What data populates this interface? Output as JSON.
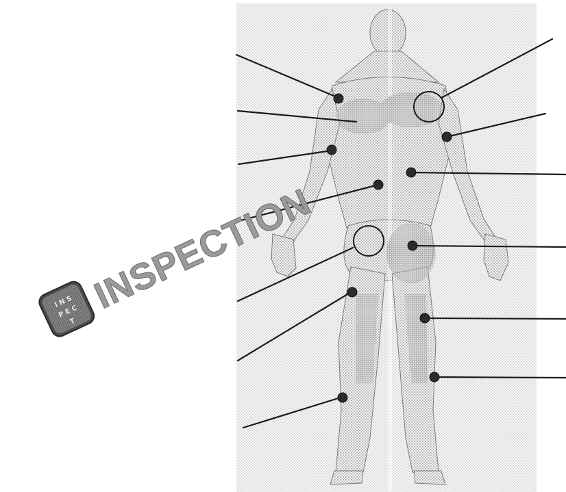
{
  "watermark": {
    "text": "INSPECTION",
    "color": "#9a9a9a",
    "logo": {
      "name": "inspection-logo-badge",
      "color": "#4a4a4a"
    }
  },
  "figure": {
    "subject": "human-body-back-muscle-anatomy",
    "halftone_color": "#bdbdbd",
    "marker_color": "#2b2b2b",
    "leader_color": "#1a1a1a"
  }
}
